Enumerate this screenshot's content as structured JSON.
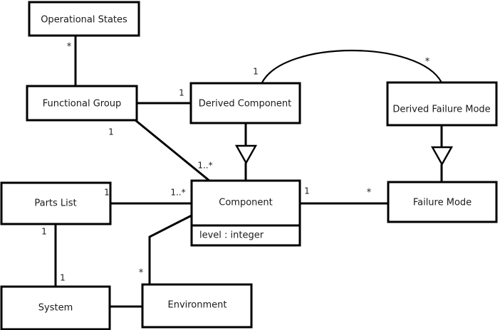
{
  "diagram": {
    "type": "uml-class-diagram",
    "background_color": "#ffffff",
    "line_color": "#000000",
    "text_color": "#1a1a1a",
    "classes": [
      {
        "id": "operational_states",
        "name": "Operational States",
        "attributes": []
      },
      {
        "id": "functional_group",
        "name": "Functional Group",
        "attributes": []
      },
      {
        "id": "derived_component",
        "name": "Derived Component",
        "attributes": []
      },
      {
        "id": "derived_failure_mode",
        "name": "Derived Failure Mode",
        "attributes": []
      },
      {
        "id": "parts_list",
        "name": "Parts List",
        "attributes": []
      },
      {
        "id": "component",
        "name": "Component",
        "attributes": [
          "level : integer"
        ]
      },
      {
        "id": "failure_mode",
        "name": "Failure Mode",
        "attributes": []
      },
      {
        "id": "system",
        "name": "System",
        "attributes": []
      },
      {
        "id": "environment",
        "name": "Environment",
        "attributes": []
      }
    ],
    "multiplicities": {
      "opstates_to_functionalgroup": "*",
      "functionalgroup_to_derivedcomponent": "1",
      "derivedcomponent_arc": "1",
      "derivedfailuremode_arc": "*",
      "functionalgroup_to_component_source": "1",
      "functionalgroup_to_component_target": "1..*",
      "partslist_to_component_source": "1",
      "partslist_to_component_target": "1..*",
      "component_to_failuremode_source": "1",
      "component_to_failuremode_target": "*",
      "partslist_to_system_source": "1",
      "partslist_to_system_target": "1",
      "environment_to_component": "*"
    },
    "generalizations": [
      {
        "from": "derived_component",
        "to": "component"
      },
      {
        "from": "derived_failure_mode",
        "to": "failure_mode"
      }
    ]
  }
}
